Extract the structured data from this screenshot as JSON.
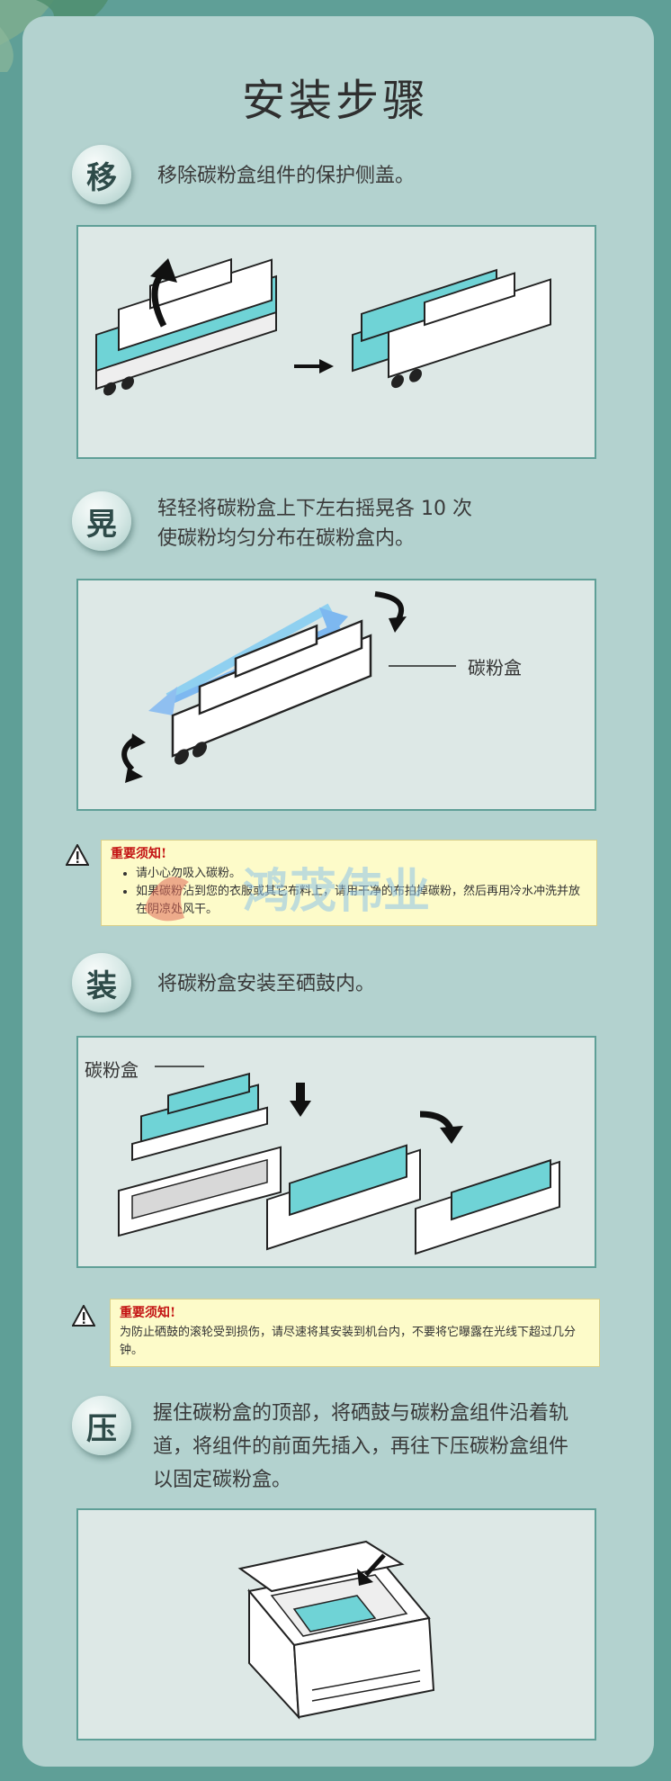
{
  "title": "安装步骤",
  "steps": [
    {
      "char": "移",
      "text": "移除碳粉盒组件的保护侧盖。"
    },
    {
      "char": "晃",
      "text_line1": "轻轻将碳粉盒上下左右摇晃各 10 次",
      "text_line2": "使碳粉均匀分布在碳粉盒内。",
      "label": "碳粉盒"
    },
    {
      "char": "装",
      "text": "将碳粉盒安装至硒鼓内。",
      "label": "碳粉盒"
    },
    {
      "char": "压",
      "text_line1": "握住碳粉盒的顶部，将硒鼓与碳粉盒组件沿着轨",
      "text_line2": "道，将组件的前面先插入，再往下压碳粉盒组件",
      "text_line3": "以固定碳粉盒。"
    }
  ],
  "notice1": {
    "head": "重要须知!",
    "items": [
      "请小心勿吸入碳粉。",
      "如果碳粉沾到您的衣服或其它布料上，请用干净的布拍掉碳粉，然后再用冷水冲洗并放在阴凉处风干。"
    ]
  },
  "notice2": {
    "head": "重要须知!",
    "text": "为防止硒鼓的滚轮受到损伤，请尽速将其安装到机台内，不要将它曝露在光线下超过几分钟。"
  },
  "watermark": "鸿茂伟业",
  "colors": {
    "background": "#5f9f97",
    "panel": "#b3d2cf",
    "cyan": "#6fd3d6",
    "warning_red": "#c31212",
    "notice_bg": "#fdfbc9"
  }
}
